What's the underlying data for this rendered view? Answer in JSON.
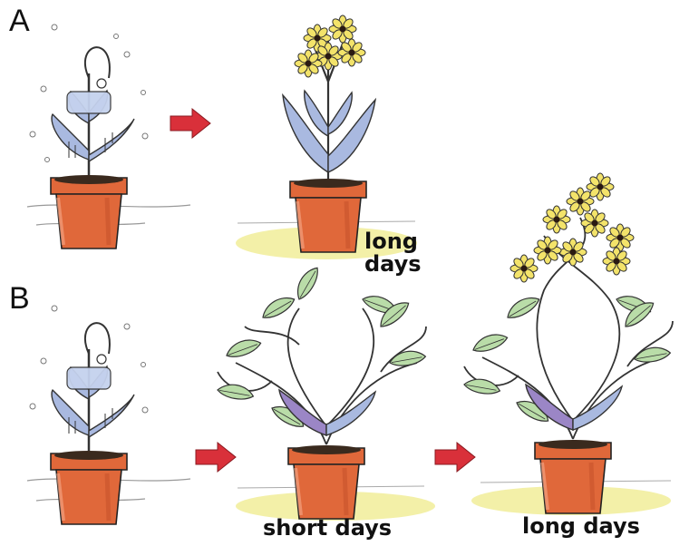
{
  "panels": [
    {
      "letter": "A"
    },
    {
      "letter": "B"
    }
  ],
  "labels": {
    "a_long_days_line1": "long",
    "a_long_days_line2": "days",
    "b_short_days": "short days",
    "b_long_days": "long days"
  },
  "colors": {
    "pot": "#e0683a",
    "pot_shade": "#c4502a",
    "leaf_blue": "#a9b9e0",
    "leaf_green": "#b9dca8",
    "leaf_purple": "#9b86c6",
    "flower_yellow": "#f3e36a",
    "ground_yellow": "#f3f0a8",
    "arrow_red": "#d9303a",
    "ice": "#c5d2ee"
  },
  "icons": [
    "frozen-plant-icon",
    "flowering-plant-icon",
    "vine-plant-icon",
    "arrow-right-icon"
  ]
}
